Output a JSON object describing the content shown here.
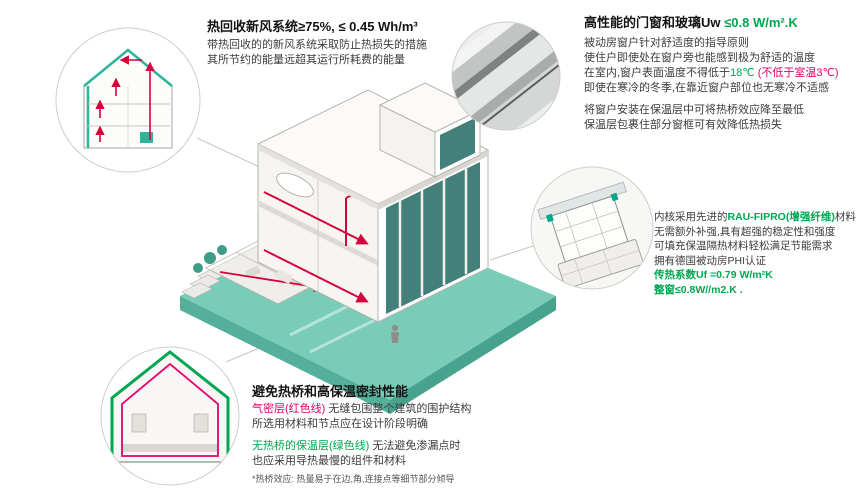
{
  "top_left": {
    "heading": "热回收新风系统≥75%, ≤ 0.45 Wh/m³",
    "line1": "带热回收的的新风系统采取防止热损失的措施",
    "line2": "其所节约的能量远超其运行所耗费的能量"
  },
  "top_right": {
    "heading_black": "高性能的门窗和玻璃Uw ",
    "heading_green": "≤0.8 W/m².K",
    "line1": "被动房窗户针对舒适度的指导原则",
    "line2": "使住户即使处在窗户旁也能感到极为舒适的温度",
    "line3_pre": "在室内,窗户表面温度不得低于",
    "line3_green": "18℃",
    "line3_red": " (不低于室温3℃)",
    "line4": "即使在寒冷的冬季,在靠近窗户部位也无寒冷不适感",
    "line5": "将窗户安装在保温层中可将热桥效应降至最低",
    "line6": "保温层包裹住部分窗框可有效降低热损失"
  },
  "right_panel": {
    "line1_pre": "内核采用先进的",
    "line1_green": "RAU-FIPRO(增强纤维)",
    "line1_post": "材料",
    "line2": "无需额外补强,具有超强的稳定性和强度",
    "line3": "可填充保温隔热材料轻松满足节能需求",
    "line4": "拥有德国被动房PHI认证",
    "stat1": "传热系数Uf =0.79 W/m²K",
    "stat2": "整窗≤0.8W//m2.K ."
  },
  "bottom": {
    "heading": "避免热桥和高保温密封性能",
    "line1_pink": "气密层(红色线)",
    "line1_rest": " 无缝包围整个建筑的围护结构",
    "line2": "所选用材料和节点应在设计阶段明确",
    "line3_green": "无热桥的保温层(绿色线)",
    "line3_rest": " 无法避免渗漏点时",
    "line4": "也应采用导热最慢的组件和材料",
    "footnote": "*热桥效应: 热量易于在边,角,连接点等细节部分倾导"
  },
  "colors": {
    "accent_teal": "#2bb59a",
    "platform_teal": "#79ccb8",
    "green_text": "#00a651",
    "pink_text": "#e5006a",
    "duct_red": "#d6003c"
  }
}
